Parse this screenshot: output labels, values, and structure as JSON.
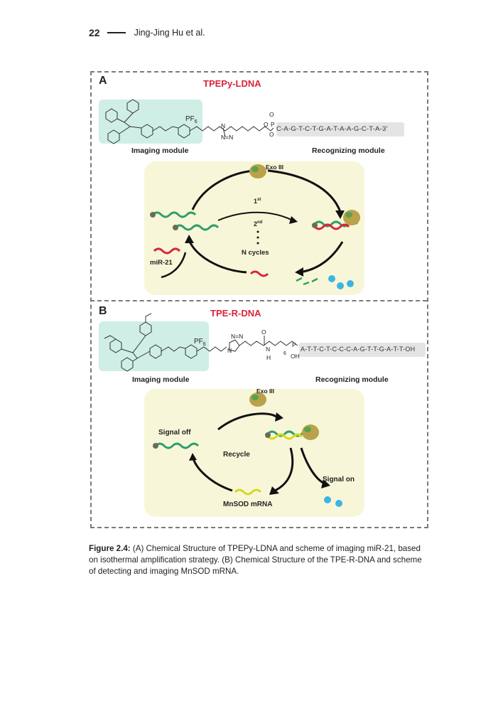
{
  "header": {
    "page_number": "22",
    "author": "Jing-Jing Hu et al."
  },
  "panel_a": {
    "letter": "A",
    "title": "TPEPy-LDNA",
    "counter_ion": "PF",
    "counter_ion_sub": "6",
    "sequence": "C-A-G-T-C-T-G-A-T-A-A-G-C-T-A-3'",
    "imaging_label": "Imaging module",
    "recognizing_label": "Recognizing module",
    "enzyme": "Exo III",
    "first": "1",
    "first_sup": "st",
    "second": "2",
    "second_sup": "nd",
    "n_cycles": "N cycles",
    "target": "miR-21",
    "linker_o": "O",
    "azide_n": "N",
    "azide_nn": "N=N",
    "phos_o": "O",
    "phos_p": "P",
    "phos_ominus": "O",
    "phos_minus": "-"
  },
  "panel_b": {
    "letter": "B",
    "title": "TPE-R-DNA",
    "counter_ion": "PF",
    "counter_ion_sub": "6",
    "sequence": "A-T-T-C-T-C-C-C-A-G-T-T-G-A-T-T-OH",
    "imaging_label": "Imaging module",
    "recognizing_label": "Recognizing module",
    "enzyme": "Exo III",
    "signal_off": "Signal off",
    "signal_on": "Signal on",
    "recycle": "Recycle",
    "target": "MnSOD mRNA",
    "amide_h": "H",
    "amide_n": "N",
    "amide_o": "O",
    "oh": "OH",
    "p_label": "P",
    "chain_n": "6",
    "triazole_n": "N",
    "triazole_nn": "N=N"
  },
  "caption": {
    "label": "Figure 2.4:",
    "text": " (A) Chemical Structure of TPEPy-LDNA and scheme of imaging miR-21, based on isothermal amplification strategy. (B) Chemical Structure of the TPE-R-DNA and scheme of detecting and imaging MnSOD mRNA."
  },
  "colors": {
    "title_red": "#d9253b",
    "green_strand": "#2f9e6c",
    "red_strand": "#d9253b",
    "yellow_strand": "#d8d820",
    "fluorescent_dot": "#3bb5e5",
    "cycle_bg": "#f8f6d8",
    "imaging_bg": "#cfeee6"
  }
}
